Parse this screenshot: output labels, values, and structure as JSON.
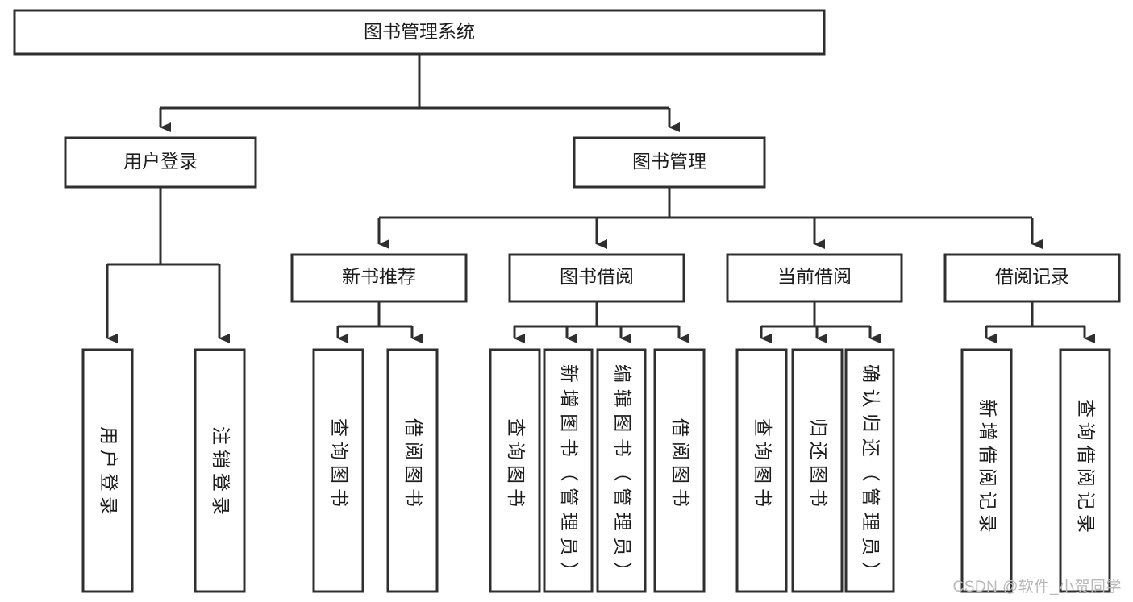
{
  "diagram": {
    "title": "图书管理系统",
    "type": "tree",
    "watermark": "CSDN @软件_小贺同学",
    "colors": {
      "stroke": "#2f2f2f",
      "fill": "#ffffff",
      "text": "#1d1d1d",
      "watermark": "#b9b9b9"
    },
    "nodes": {
      "root": {
        "label": "图书管理系统",
        "orientation": "horizontal"
      },
      "level2": [
        {
          "id": "user-login",
          "label": "用户登录",
          "orientation": "horizontal"
        },
        {
          "id": "book-management",
          "label": "图书管理",
          "orientation": "horizontal"
        }
      ],
      "level3": [
        {
          "id": "new-book-recommend",
          "label": "新书推荐",
          "orientation": "horizontal"
        },
        {
          "id": "book-borrow",
          "label": "图书借阅",
          "orientation": "horizontal"
        },
        {
          "id": "current-borrow",
          "label": "当前借阅",
          "orientation": "horizontal"
        },
        {
          "id": "borrow-record",
          "label": "借阅记录",
          "orientation": "horizontal"
        }
      ],
      "leaves": [
        {
          "id": "leaf-user-login",
          "label": "用户登录",
          "parent": "user-login",
          "orientation": "vertical"
        },
        {
          "id": "leaf-logout-login",
          "label": "注销登录",
          "parent": "user-login",
          "orientation": "vertical"
        },
        {
          "id": "leaf-query-book-1",
          "label": "查询图书",
          "parent": "new-book-recommend",
          "orientation": "vertical"
        },
        {
          "id": "leaf-borrow-book-1",
          "label": "借阅图书",
          "parent": "new-book-recommend",
          "orientation": "vertical"
        },
        {
          "id": "leaf-query-book-2",
          "label": "查询图书",
          "parent": "book-borrow",
          "orientation": "vertical"
        },
        {
          "id": "leaf-add-book",
          "label": "新增图书（管理员）",
          "parent": "book-borrow",
          "orientation": "vertical"
        },
        {
          "id": "leaf-edit-book",
          "label": "编辑图书（管理员）",
          "parent": "book-borrow",
          "orientation": "vertical"
        },
        {
          "id": "leaf-borrow-book-2",
          "label": "借阅图书",
          "parent": "book-borrow",
          "orientation": "vertical"
        },
        {
          "id": "leaf-query-book-3",
          "label": "查询图书",
          "parent": "current-borrow",
          "orientation": "vertical"
        },
        {
          "id": "leaf-return-book",
          "label": "归还图书",
          "parent": "current-borrow",
          "orientation": "vertical"
        },
        {
          "id": "leaf-confirm-return",
          "label": "确认归还（管理员）",
          "parent": "current-borrow",
          "orientation": "vertical"
        },
        {
          "id": "leaf-add-record",
          "label": "新增借阅记录",
          "parent": "borrow-record",
          "orientation": "vertical"
        },
        {
          "id": "leaf-query-record",
          "label": "查询借阅记录",
          "parent": "borrow-record",
          "orientation": "vertical"
        }
      ]
    }
  }
}
